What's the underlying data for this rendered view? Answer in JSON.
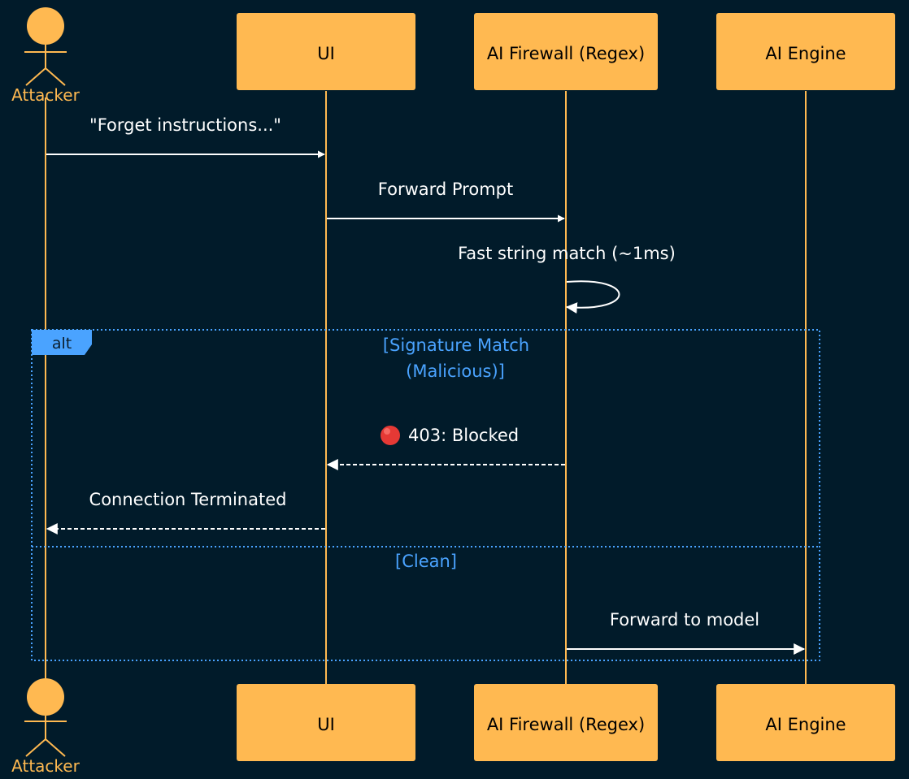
{
  "participants": {
    "attacker": "Attacker",
    "ui": "UI",
    "firewall": "AI Firewall (Regex)",
    "engine": "AI Engine"
  },
  "messages": {
    "m1": "\"Forget instructions...\"",
    "m2": "Forward Prompt",
    "m3": "Fast string match (~1ms)",
    "m4": "403: Blocked",
    "m5": "Connection Terminated",
    "m6": "Forward to model"
  },
  "alt": {
    "tag": "alt",
    "condition_line1": "[Signature Match",
    "condition_line2": "(Malicious)]",
    "else_condition": "[Clean]"
  },
  "icons": {
    "blocked_indicator": "red-circle-icon"
  },
  "colors": {
    "background": "#011b2a",
    "participant_fill": "#ffb951",
    "lifeline": "#ffb951",
    "message": "#ffffff",
    "alt_frame": "#4aa3ff",
    "blocked_dot": "#e53935"
  }
}
